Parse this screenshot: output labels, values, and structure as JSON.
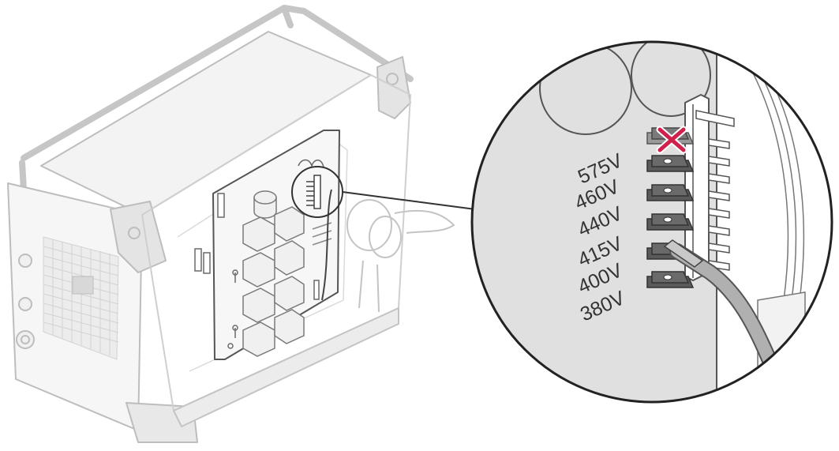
{
  "figure": {
    "voltage_taps": [
      {
        "label": "575V",
        "status": "not-used",
        "marker": "cross-icon"
      },
      {
        "label": "460V",
        "status": "available"
      },
      {
        "label": "440V",
        "status": "available"
      },
      {
        "label": "415V",
        "status": "available"
      },
      {
        "label": "400V",
        "status": "connected"
      },
      {
        "label": "380V",
        "status": "available"
      }
    ],
    "colors": {
      "outline": "#555555",
      "line_gray": "#bdbdbd",
      "panel": "#e0e0e0",
      "terminal": "#5a5a5a",
      "cable": "#9a9a9a",
      "cross": "#d0204c"
    }
  }
}
